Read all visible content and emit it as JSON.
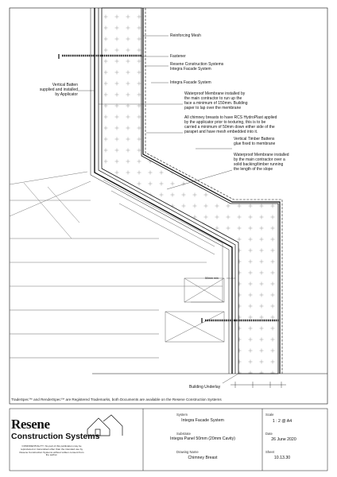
{
  "labels": {
    "reinforcing_mesh": "Reinforcing Mesh",
    "fastener": "Fastener",
    "resene_system": "Resene Construction Systems\nIntegra Facade System",
    "integra_facade": "Integra Facade System",
    "vertical_batten": "Vertical Batten\nsupplied and installed\nby Applicator",
    "membrane_1": "Waterproof Membrane installed by\nthe main contractor to run up the\nface a minimum of 150mm. Building\npaper to lap over the membrane",
    "hydroplast": "All chimney breasts to have RCS HydroPlast applied\nby the applicator prior to texturing, this is to be\ncarried a minimum of 50mm down either side of the\nparapet and have mesh embedded into it.",
    "timber_battens": "Vertical Timber Battens\nglue fixed to membrane",
    "membrane_2": "Waterproof Membrane installed\nby the main contractor over a\nsolid backing/timber running\nthe length of the slope",
    "min_dim": "50mm min",
    "building_underlay": "Building Underlay",
    "footer": "TradeSpec™ and RenderSpec™ are Registered Trademarks, both Documents are available on the Resene Construction Systems"
  },
  "title_block": {
    "logo_line1": "Resene",
    "logo_line2": "Construction Systems",
    "confidential": "CONFIDENTIALITY: No part of this publication may be reproduced or transmitted other than the intended use by Resene Construction Systems without written consent from the author.",
    "system_key": "System",
    "system_val": "Integra Facade System",
    "substrate_key": "Substrate",
    "substrate_val": "Integra Panel 50mm (20mm Cavity)",
    "drawing_key": "Drawing Name",
    "drawing_val": "Chimney Breast",
    "scale_key": "Scale",
    "scale_val": "1 : 2 @ A4",
    "date_key": "Date",
    "date_val": "26 June 2020",
    "sheet_key": "Sheet",
    "sheet_val": "10.13.30"
  },
  "colors": {
    "line": "#111111",
    "hatch": "#888888",
    "grid": "#bbbbbb"
  }
}
